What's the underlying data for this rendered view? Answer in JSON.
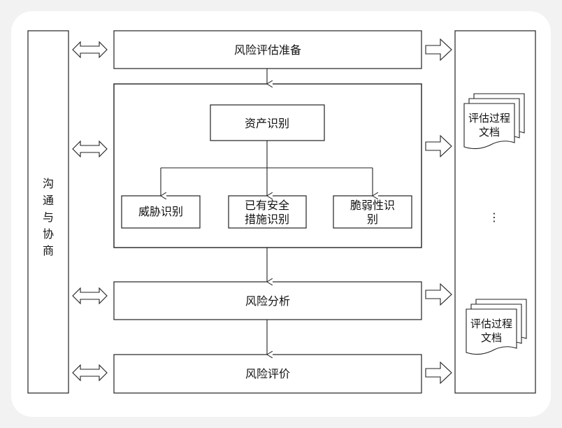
{
  "diagram": {
    "left_column": {
      "label_lines": [
        "沟",
        "通",
        "与",
        "协",
        "商"
      ]
    },
    "stages": {
      "preparation": "风险评估准备",
      "analysis": "风险分析",
      "evaluation": "风险评价"
    },
    "identification": {
      "asset": "资产识别",
      "threat": "威胁识别",
      "existing_measures_lines": [
        "已有安全",
        "措施识别"
      ],
      "vulnerability_lines": [
        "脆弱性识",
        "别"
      ]
    },
    "right_column": {
      "doc_top_lines": [
        "评估过程",
        "文档"
      ],
      "ellipsis": "⋮",
      "doc_bottom_lines": [
        "评估过程",
        "文档"
      ]
    },
    "colors": {
      "stroke": "#222222",
      "page_bg": "#f2f2f2",
      "card_bg": "#ffffff"
    }
  }
}
